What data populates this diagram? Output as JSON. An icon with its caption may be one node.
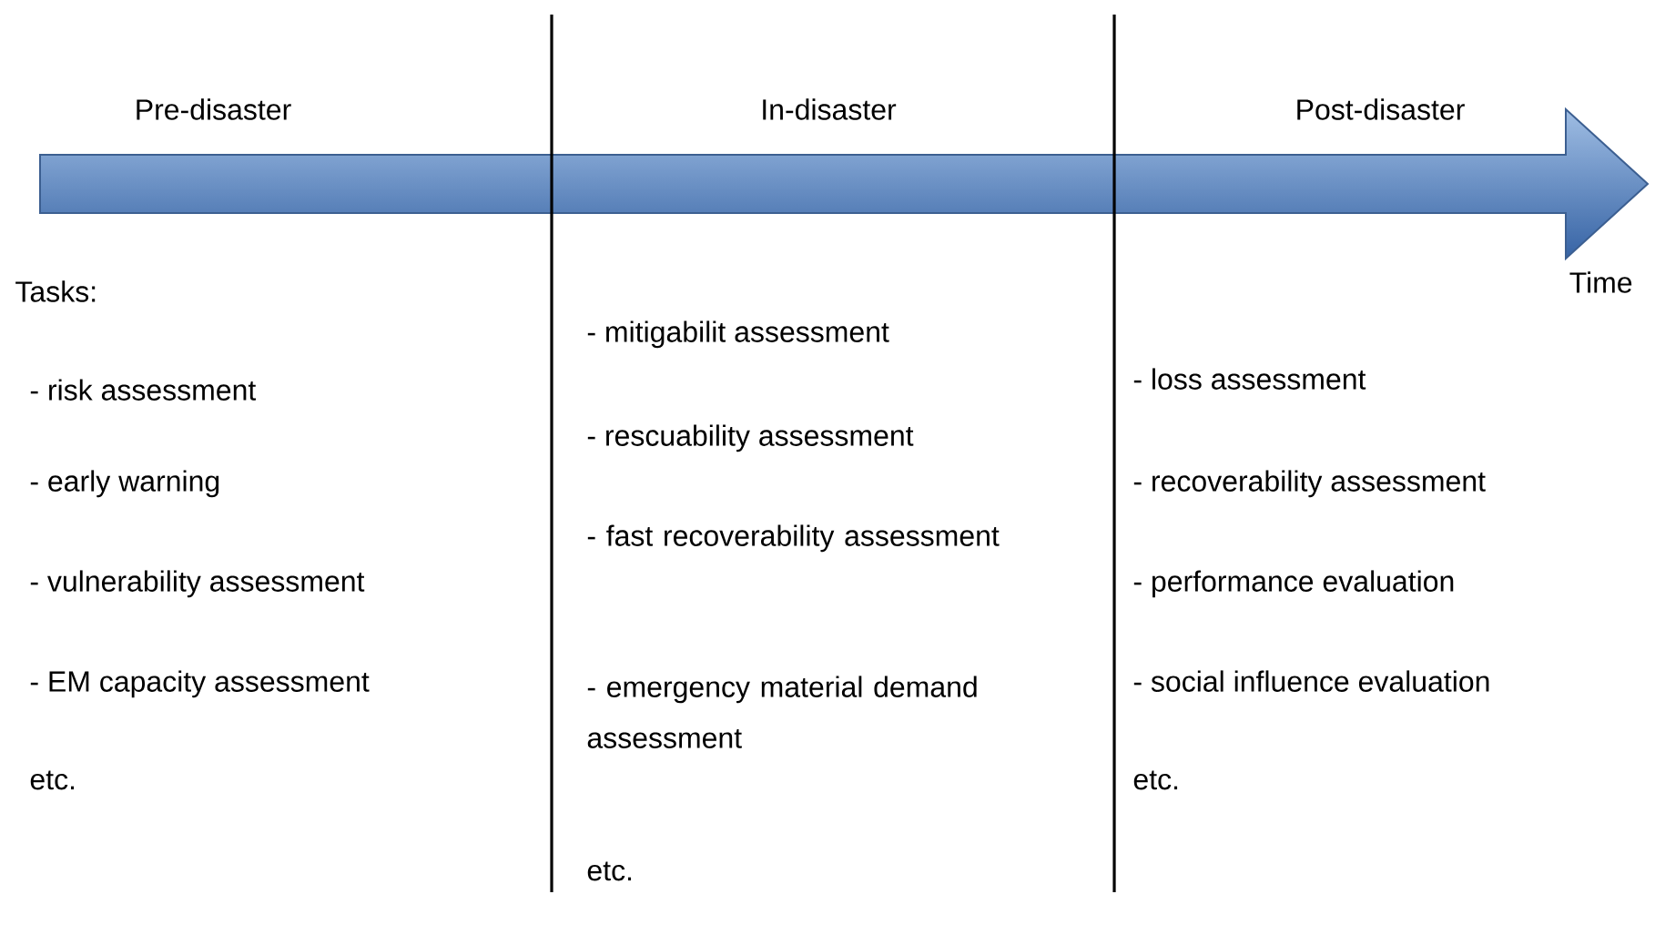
{
  "diagram": {
    "labels": [
      "Pre-disaster",
      "In-disaster",
      "Post-disaster",
      "Tasks:",
      "Time",
      "- risk assessment",
      "- early warning",
      "- vulnerability assessment",
      "- EM capacity assessment",
      "etc.",
      "- mitigabilit assessment",
      "- rescuability assessment",
      "- fast recoverability assessment",
      "- emergency material demand assessment",
      "etc.",
      "- loss assessment",
      "- recoverability assessment",
      "- performance evaluation",
      "- social influence evaluation",
      "etc."
    ]
  }
}
